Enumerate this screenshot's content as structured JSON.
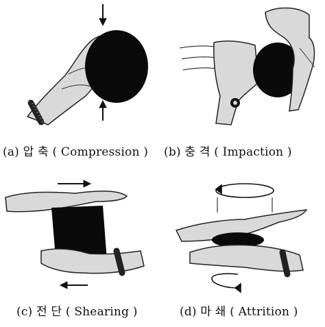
{
  "captions": {
    "a": "(a) 압 축 ( Compression )",
    "b": "(b) 충 격 ( Impaction )",
    "c": "(c) 전 단 ( Shearing )",
    "d": "(d) 마 쇄 ( Attrition )"
  },
  "illustrations": {
    "a": "compression-hand-ball",
    "b": "impaction-hand-ball",
    "c": "shearing-hands-block",
    "d": "attrition-hands-disc"
  },
  "colors": {
    "ink": "#111111",
    "fill": "#0a0a0a",
    "skin": "#d9d9d9"
  }
}
